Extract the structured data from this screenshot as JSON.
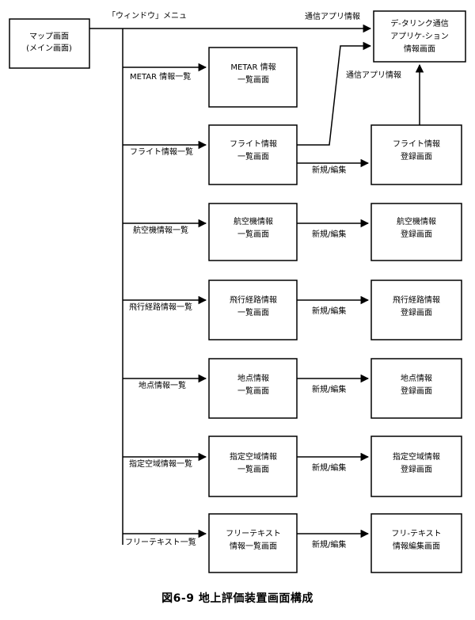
{
  "map_screen": {
    "line1": "マップ画面",
    "line2": "(メイン画面)"
  },
  "window_menu_label": "「ウィンドウ」メニュ",
  "comm_app_label_top": "通信アプリ情報",
  "comm_app_label_mid": "通信アプリ情報",
  "datalink_screen": {
    "line1": "デ-タリンク通信",
    "line2": "アプリケ-ション",
    "line3": "情報画面"
  },
  "metar": {
    "menu": "METAR 情報一覧",
    "line1": "METAR 情報",
    "line2": "一覧画面"
  },
  "flight": {
    "menu": "フライト情報一覧",
    "line1": "フライト情報",
    "line2": "一覧画面",
    "edit": "新規/編集",
    "reg1": "フライト情報",
    "reg2": "登録画面"
  },
  "aircraft": {
    "menu": "航空機情報一覧",
    "line1": "航空機情報",
    "line2": "一覧画面",
    "edit": "新規/編集",
    "reg1": "航空機情報",
    "reg2": "登録画面"
  },
  "route": {
    "menu": "飛行経路情報一覧",
    "line1": "飛行経路情報",
    "line2": "一覧画面",
    "edit": "新規/編集",
    "reg1": "飛行経路情報",
    "reg2": "登録画面"
  },
  "point": {
    "menu": "地点情報一覧",
    "line1": "地点情報",
    "line2": "一覧画面",
    "edit": "新規/編集",
    "reg1": "地点情報",
    "reg2": "登録画面"
  },
  "airspace": {
    "menu": "指定空域情報一覧",
    "line1": "指定空域情報",
    "line2": "一覧画面",
    "edit": "新規/編集",
    "reg1": "指定空域情報",
    "reg2": "登録画面"
  },
  "freetext": {
    "menu": "フリーテキスト一覧",
    "line1": "フリーテキスト",
    "line2": "情報一覧画面",
    "edit": "新規/編集",
    "reg1": "フリ-テキスト",
    "reg2": "情報編集画面"
  },
  "caption": "図6-9 地上評価装置画面構成"
}
